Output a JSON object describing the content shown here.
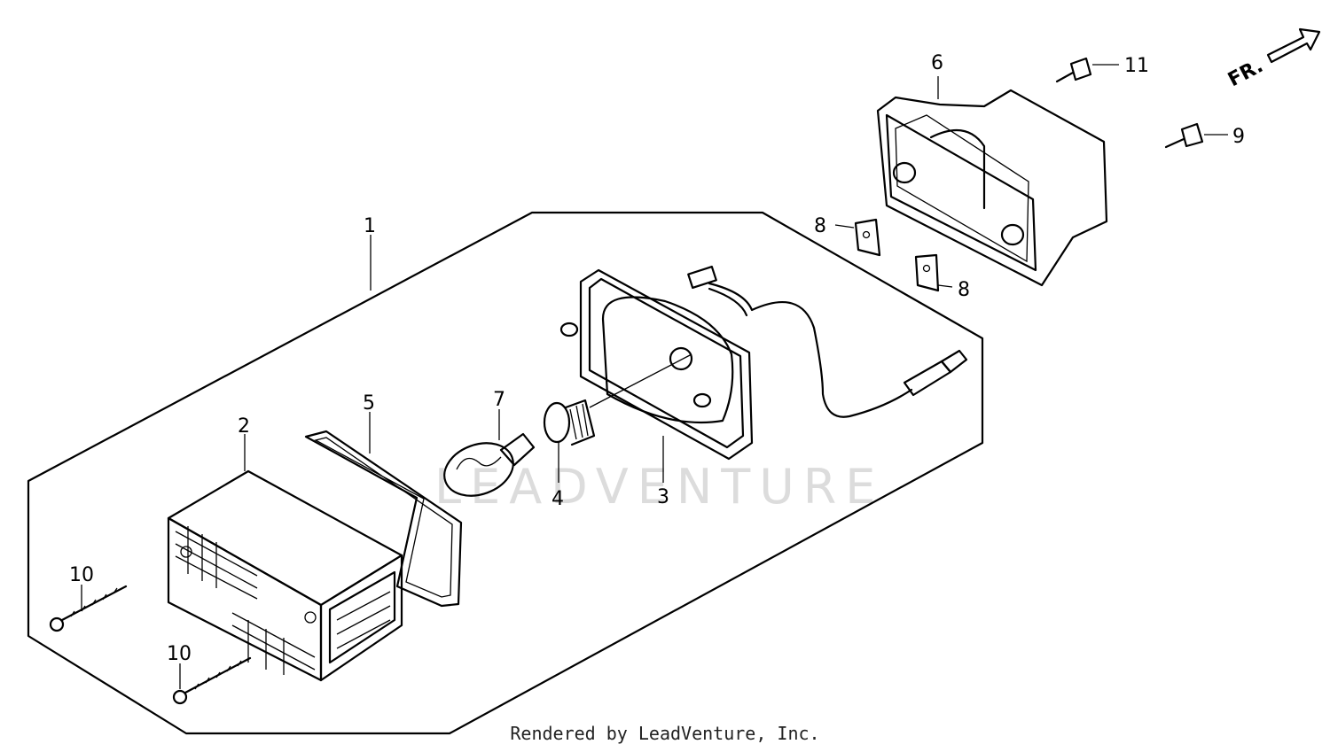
{
  "diagram": {
    "watermark": "LEADVENTURE",
    "direction_marker": "FR.",
    "callouts": {
      "c1": "1",
      "c2": "2",
      "c3": "3",
      "c4": "4",
      "c5": "5",
      "c6": "6",
      "c7": "7",
      "c8a": "8",
      "c8b": "8",
      "c9": "9",
      "c10a": "10",
      "c10b": "10",
      "c11": "11"
    }
  },
  "footer": {
    "credit": "Rendered by LeadVenture, Inc."
  },
  "colors": {
    "ink": "#000000",
    "background": "#ffffff",
    "watermark": "#dcdcdc"
  }
}
